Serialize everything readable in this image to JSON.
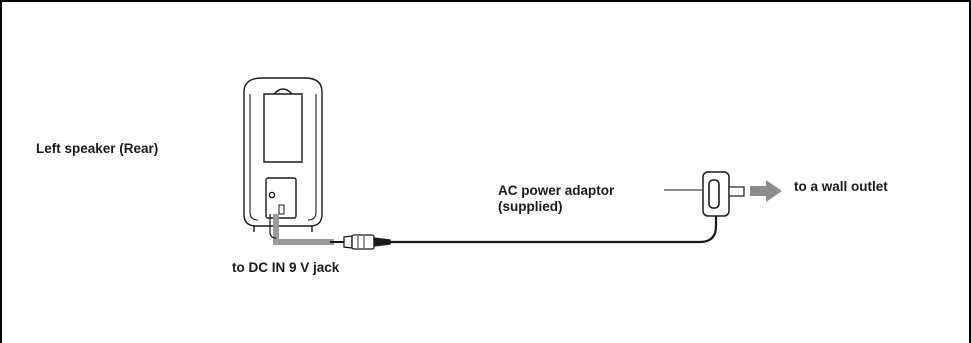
{
  "labels": {
    "speaker": "Left speaker (Rear)",
    "dc_jack": "to DC IN 9 V jack",
    "adaptor_line1": "AC power adaptor",
    "adaptor_line2": "(supplied)",
    "wall_outlet": "to a wall outlet"
  },
  "colors": {
    "frame": "#000000",
    "line": "#1a1a1a",
    "gray_cable": "#9a9a9a",
    "arrow": "#8c8c8c",
    "text": "#1a1a1a"
  },
  "icons": {
    "speaker": "speaker-rear-icon",
    "plug": "dc-plug-icon",
    "adaptor": "ac-adaptor-icon",
    "arrow": "right-arrow-icon"
  }
}
